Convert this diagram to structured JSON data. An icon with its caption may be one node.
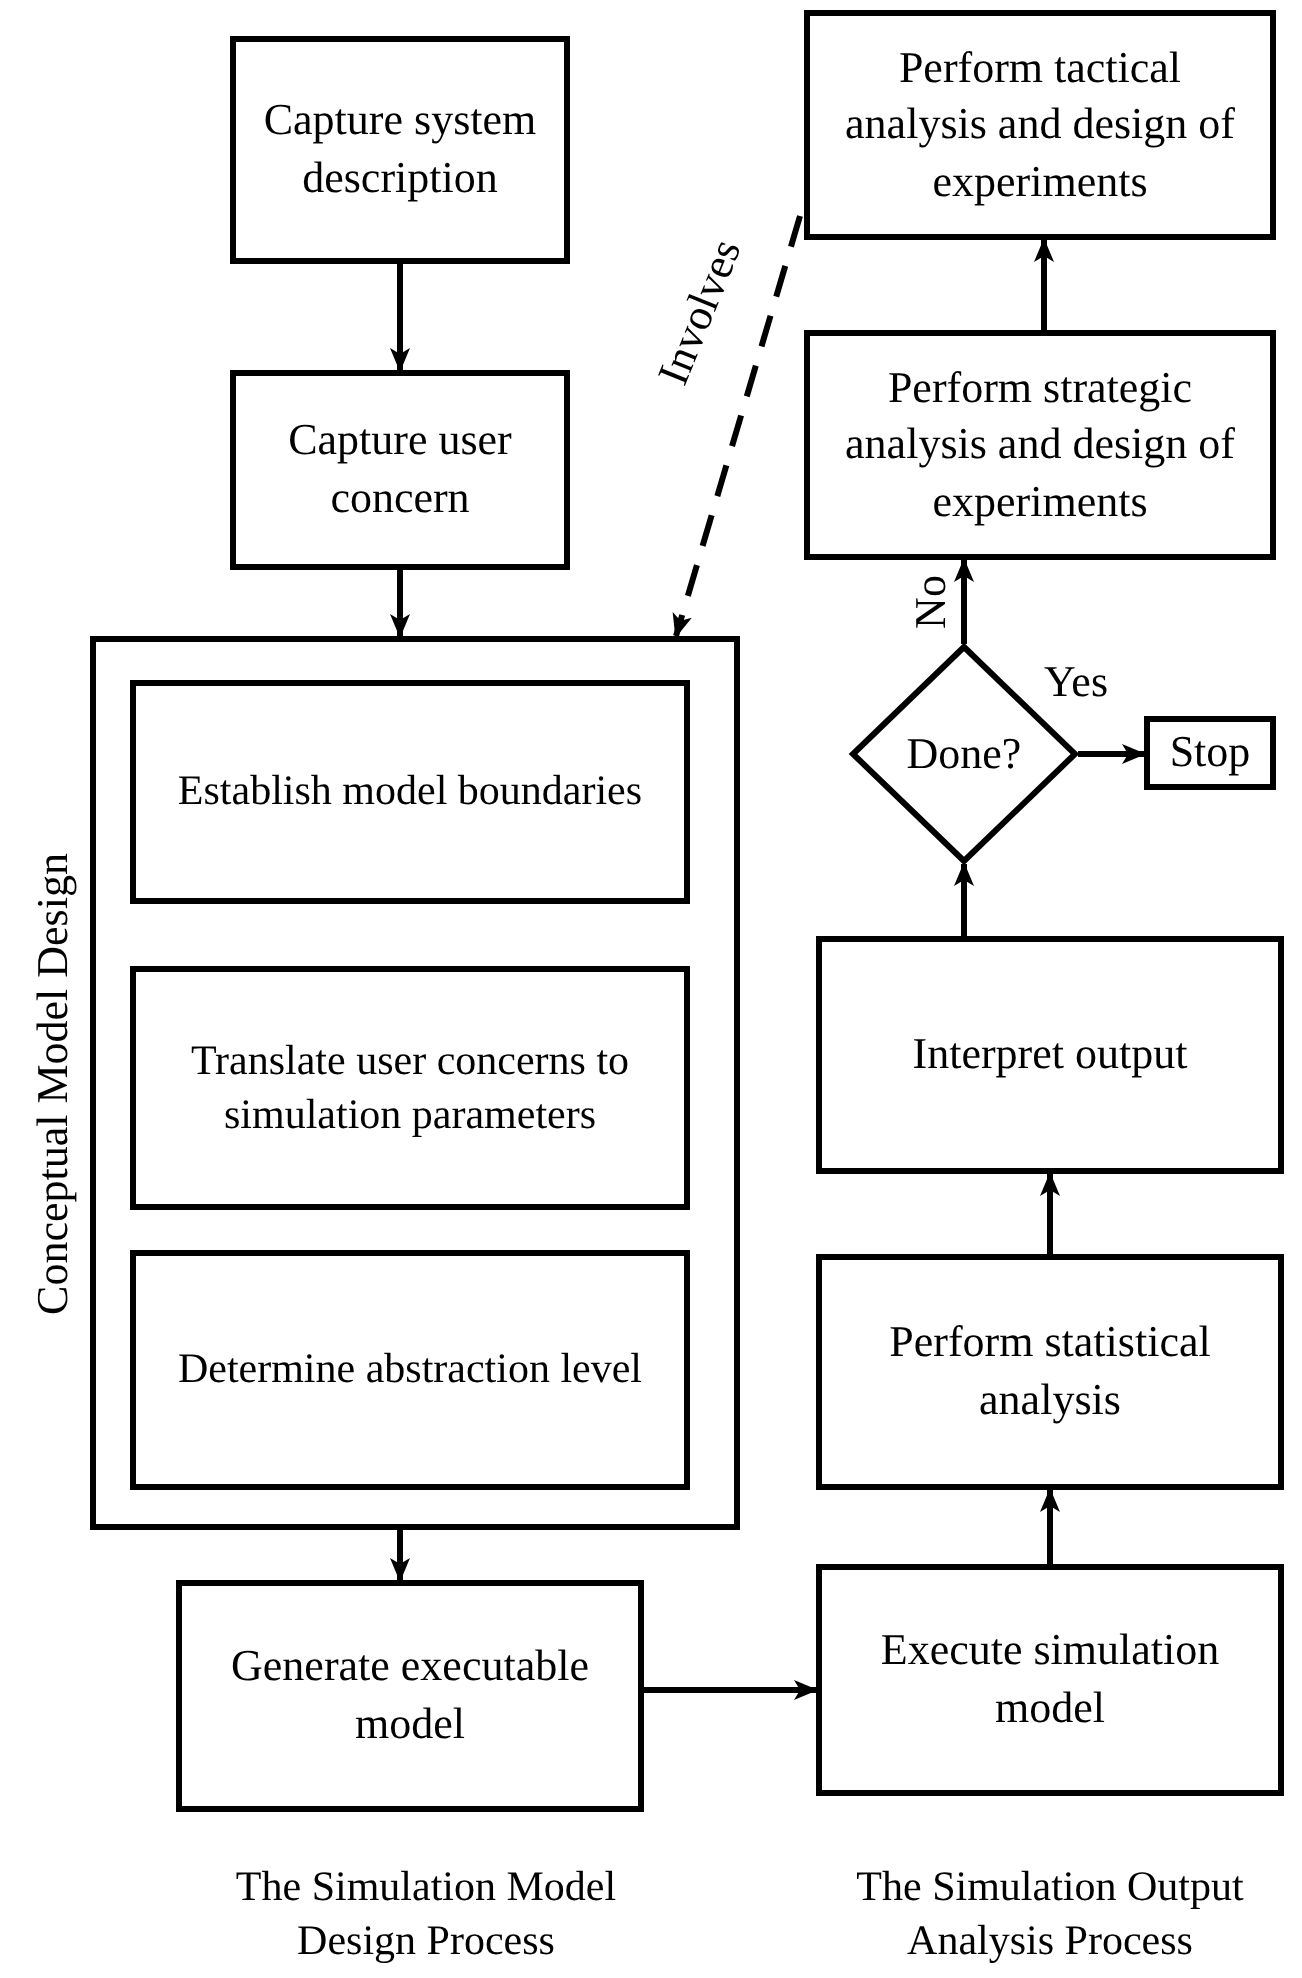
{
  "diagram": {
    "nodes": [
      {
        "text": [
          "Capture system description"
        ]
      },
      {
        "text": [
          "Capture user concern"
        ]
      },
      {
        "text": [
          "Conceptual Model Design"
        ]
      },
      {
        "text": [
          "Establish model boundaries"
        ],
        "in": 2
      },
      {
        "text": [
          "Translate user concerns to simulation parameters"
        ],
        "in": 2
      },
      {
        "text": [
          "Determine abstraction level"
        ],
        "in": 2
      },
      {
        "text": [
          "Generate executable model"
        ]
      },
      {
        "text": [
          "Execute simulation model"
        ]
      },
      {
        "text": [
          "Perform statistical analysis"
        ]
      },
      {
        "text": [
          "Interpret output"
        ]
      },
      {
        "text": [
          "Done?"
        ]
      },
      {
        "text": [
          "Stop"
        ]
      },
      {
        "text": [
          "Perform strategic analysis and design of experiments"
        ]
      },
      {
        "text": [
          "Perform tactical analysis and design of experiments"
        ]
      }
    ],
    "edges": [
      {
        "from": 0,
        "to": 1,
        "arrow": "to"
      },
      {
        "from": 1,
        "to": 2,
        "arrow": "to"
      },
      {
        "from": 2,
        "to": 6,
        "arrow": "to"
      },
      {
        "from": 6,
        "to": 7,
        "arrow": "to"
      },
      {
        "from": 7,
        "to": 8,
        "arrow": "to"
      },
      {
        "from": 8,
        "to": 9,
        "arrow": "to"
      },
      {
        "from": 9,
        "to": 10,
        "arrow": "to"
      },
      {
        "from": 10,
        "to": 12,
        "arrow": "to",
        "label": "No"
      },
      {
        "from": 10,
        "to": 11,
        "arrow": "to",
        "label": "Yes"
      },
      {
        "from": 12,
        "to": 13,
        "arrow": "to"
      },
      {
        "from": 13,
        "to": 2,
        "arrow": "to",
        "label": "Involves",
        "style": "dashed"
      }
    ],
    "labels": [
      "The Simulation Model Design Process",
      "The Simulation Output Analysis Process"
    ]
  }
}
